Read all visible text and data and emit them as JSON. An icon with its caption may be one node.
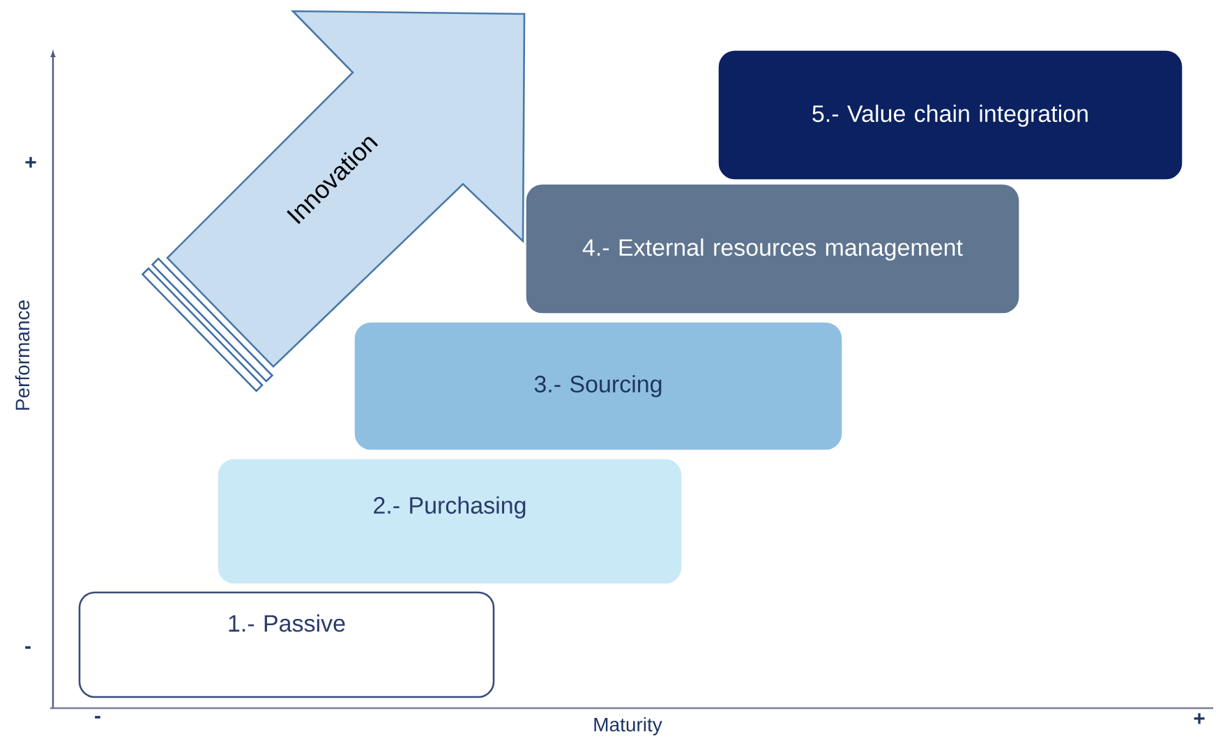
{
  "diagram": {
    "nodes": [
      {
        "text": [
          "1.- Passive"
        ]
      },
      {
        "text": [
          "2.- Purchasing"
        ]
      },
      {
        "text": [
          "3.- Sourcing"
        ]
      },
      {
        "text": [
          "4.- External resources management"
        ]
      },
      {
        "text": [
          "5.- Value chain integration"
        ]
      },
      {
        "text": [
          "Innovation"
        ]
      }
    ],
    "labels": [
      "+",
      "-",
      "Performance",
      "-",
      "Maturity",
      "+"
    ]
  }
}
